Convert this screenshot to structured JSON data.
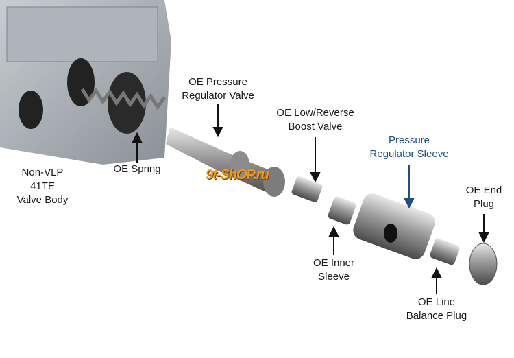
{
  "labels": {
    "valve_body": [
      "Non-VLP",
      "41TE",
      "Valve Body"
    ],
    "spring": [
      "OE Spring"
    ],
    "pressure_regulator_valve": [
      "OE Pressure",
      "Regulator Valve"
    ],
    "boost_valve": [
      "OE Low/Reverse",
      "Boost Valve"
    ],
    "inner_sleeve": [
      "OE Inner",
      "Sleeve"
    ],
    "pressure_regulator_sleeve": [
      "Pressure",
      "Regulator Sleeve"
    ],
    "line_balance_plug": [
      "OE Line",
      "Balance Plug"
    ],
    "end_plug": [
      "OE End",
      "Plug"
    ]
  },
  "watermark": "9t-ShOP.ru",
  "colors": {
    "highlight_label": "#1e4f86",
    "watermark": "#f39a16"
  }
}
